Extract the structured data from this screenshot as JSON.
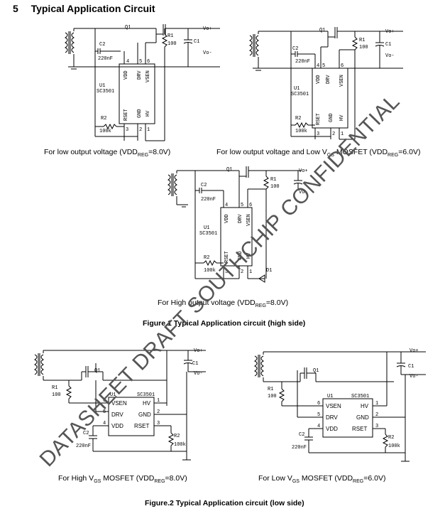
{
  "section": {
    "number": "5",
    "title": "Typical Application Circuit"
  },
  "watermark": "DATASHEET DRAFT SOUTHCHIP CONFIDENTIAL",
  "labels": {
    "q1": "Q1",
    "r1": "R1",
    "r1_val": "100",
    "c1": "C1",
    "c2": "C2",
    "c2_val": "220nF",
    "u1": "U1",
    "chip": "SC3501",
    "r2": "R2",
    "r2_val": "100k",
    "vo_plus": "Vo+",
    "vo_minus": "Vo-",
    "d1": "D1",
    "pin_vdd": "VDD",
    "pin_drv": "DRV",
    "pin_vsen": "VSEN",
    "pin_rset": "RSET",
    "pin_gnd": "GND",
    "pin_hv": "HV",
    "n1": "1",
    "n2": "2",
    "n3": "3",
    "n4": "4",
    "n5": "5",
    "n6": "6"
  },
  "captions": {
    "c1": {
      "pre": "For low output voltage (VDD",
      "sub": "REG",
      "post": "=8.0V)"
    },
    "c2": {
      "pre": "For low output voltage and Low V",
      "sub": "GS",
      "mid": " MOSFET (VDD",
      "sub2": "REG",
      "post": "=6.0V)"
    },
    "c3": {
      "pre": "For High output voltage (VDD",
      "sub": "REG",
      "post": "=8.0V)"
    },
    "c4": {
      "pre": "For High V",
      "sub": "GS",
      "mid": " MOSFET (VDD",
      "sub2": "REG",
      "post": "=8.0V)"
    },
    "c5": {
      "pre": "For Low V",
      "sub": "GS",
      "mid": " MOSFET (VDD",
      "sub2": "REG",
      "post": "=6.0V)"
    }
  },
  "figures": {
    "fig1": "Figure.1 Typical Application circuit (high side)",
    "fig2": "Figure.2 Typical Application circuit (low side)"
  }
}
